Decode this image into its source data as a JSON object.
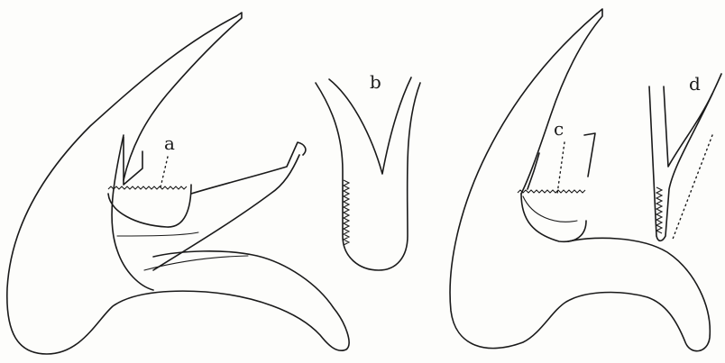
{
  "labels": {
    "a": "a",
    "b": "b",
    "c": "c",
    "d": "d"
  },
  "colors": {
    "ink": "#1a1a1a",
    "paper": "#fdfdfb"
  }
}
